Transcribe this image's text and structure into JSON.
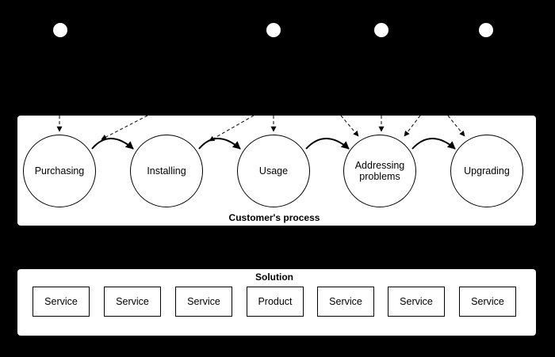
{
  "colors": {
    "background": "#000000",
    "panel": "#ffffff",
    "stroke": "#000000",
    "dot": "#ffffff"
  },
  "process": {
    "title": "Customer's process",
    "stages": [
      {
        "id": "purchasing",
        "label": "Purchasing"
      },
      {
        "id": "installing",
        "label": "Installing"
      },
      {
        "id": "usage",
        "label": "Usage"
      },
      {
        "id": "addressing-problems",
        "label": "Addressing\nproblems"
      },
      {
        "id": "upgrading",
        "label": "Upgrading"
      }
    ]
  },
  "solution": {
    "title": "Solution",
    "items": [
      "Service",
      "Service",
      "Service",
      "Product",
      "Service",
      "Service",
      "Service"
    ]
  }
}
